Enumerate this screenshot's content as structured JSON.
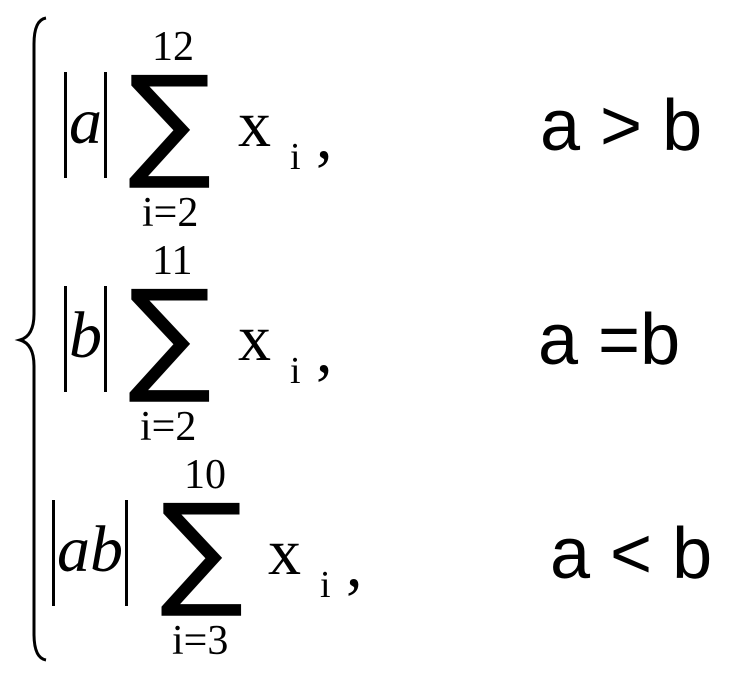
{
  "cases": [
    {
      "abs_var": "a",
      "sum_upper": "12",
      "sum_lower": "i=2",
      "sigma": "∑",
      "term": "x",
      "subscript": "i",
      "comma": ",",
      "condition": "a > b"
    },
    {
      "abs_var": "b",
      "sum_upper": "11",
      "sum_lower": "i=2",
      "sigma": "∑",
      "term": "x",
      "subscript": "i",
      "comma": ",",
      "condition": "a =b"
    },
    {
      "abs_var": "ab",
      "sum_upper": "10",
      "sum_lower": "i=3",
      "sigma": "∑",
      "term": "x",
      "subscript": "i",
      "comma": ",",
      "condition": "a < b"
    }
  ]
}
